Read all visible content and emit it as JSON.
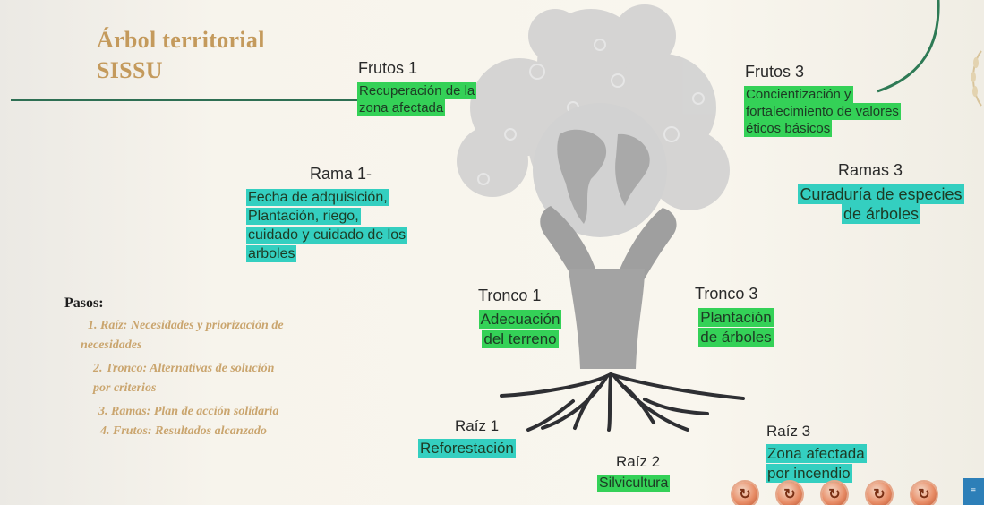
{
  "title": {
    "line1": "Árbol territorial",
    "line2": "SISSU"
  },
  "frutos1": {
    "heading": "Frutos 1",
    "text": [
      "Recuperación de la",
      "zona afectada"
    ]
  },
  "frutos3": {
    "heading": "Frutos 3",
    "text": [
      "Concientización y",
      "fortalecimiento de valores",
      "éticos básicos"
    ]
  },
  "rama1": {
    "heading": "Rama 1-",
    "text": [
      "Fecha de adquisición,",
      "Plantación, riego,",
      "cuidado y cuidado de los",
      "arboles"
    ]
  },
  "ramas3": {
    "heading": "Ramas 3",
    "text": [
      "Curaduría de especies",
      "de árboles"
    ]
  },
  "tronco1": {
    "heading": "Tronco 1",
    "text": [
      "Adecuación",
      "del terreno"
    ]
  },
  "tronco3": {
    "heading": "Tronco 3",
    "text": [
      "Plantación",
      "de árboles"
    ]
  },
  "raiz1": {
    "heading": "Raíz 1",
    "text": "Reforestación"
  },
  "raiz2": {
    "heading": "Raíz 2",
    "text": "Silvicultura"
  },
  "raiz3": {
    "heading": "Raíz 3",
    "text": [
      "Zona afectada",
      "por incendio"
    ]
  },
  "pasos": {
    "label": "Pasos:",
    "steps": [
      "1. Raíz: Necesidades y priorización de",
      "necesidades",
      "2. Tronco: Alternativas de solución",
      "por criterios",
      "3. Ramas: Plan de acción solidaria",
      "4. Frutos: Resultados alcanzado"
    ]
  },
  "nav": {
    "icons": [
      "circle-arrow-icon",
      "circle-arrow-icon",
      "circle-arrow-icon",
      "circle-arrow-icon",
      "circle-arrow-icon"
    ]
  },
  "colors": {
    "title": "#c49a5c",
    "green_highlight": "#34d157",
    "teal_highlight": "#34cfc0",
    "steps": "#caa56e"
  }
}
